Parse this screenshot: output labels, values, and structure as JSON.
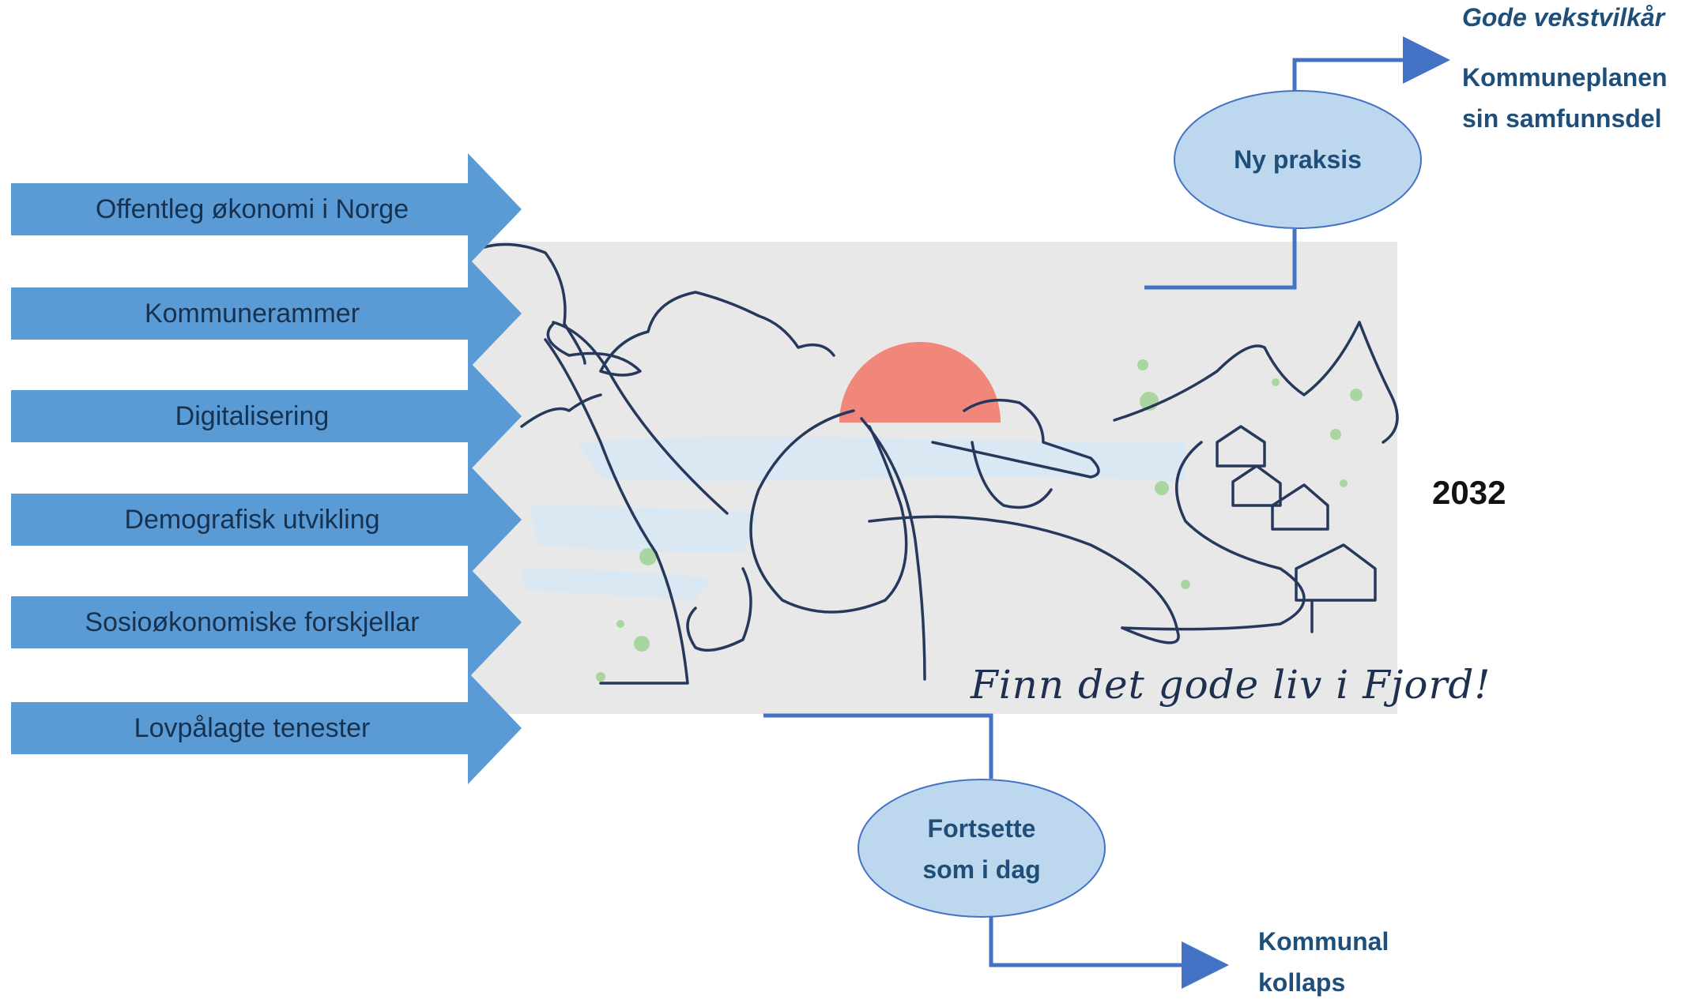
{
  "forces": [
    "Offentleg økonomi i Norge",
    "Kommunerammer",
    "Digitalisering",
    "Demografisk utvikling",
    "Sosioøkonomiske forskjellar",
    "Lovpålagte tenester"
  ],
  "year": "2032",
  "image_caption": "Finn det gode liv i Fjord!",
  "scenario_up": {
    "label": "Ny praksis",
    "outcome_italic": "Gode vekstvilkår",
    "outcome_lines": [
      "Kommuneplanen",
      "sin samfunnsdel"
    ]
  },
  "scenario_down": {
    "label_lines": [
      "Fortsette",
      "som i dag"
    ],
    "outcome_lines": [
      "Kommunal",
      "kollaps"
    ]
  },
  "colors": {
    "arrow_fill": "#5b9bd5",
    "bubble_fill": "#bdd7ee",
    "connector": "#4472c4",
    "sun": "#f0877a",
    "illustration_bg": "#e8e8e8"
  }
}
